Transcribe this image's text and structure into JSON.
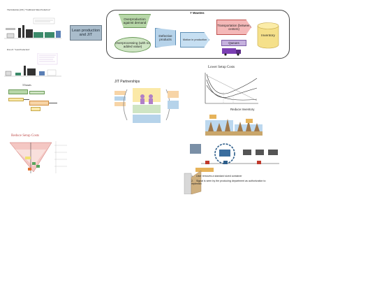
{
  "history": {
    "title_top": "The Industries (18C) \"Traditional Mass Production\"",
    "title_mid": "Post-2C \"Lean Production\""
  },
  "center": {
    "lean_title": "Lean production and JIT"
  },
  "wastes": {
    "title": "7 Wastes",
    "overproduction": "Overproduction against demand",
    "overprocessing": "Overprocessing (with no added value)",
    "defective": "Defective products",
    "motion": "Motion in production",
    "transportation": "Transportation (between centers)",
    "queues": "Queues",
    "inventory": "Inventory"
  },
  "issues": {
    "title": "3 Issues"
  },
  "jit": {
    "title": "JIT Partnerships"
  },
  "setup_top": {
    "title": "Lower Setup Costs"
  },
  "reduce_inventory": {
    "title": "Reduce Inventory"
  },
  "setup_left": {
    "title": "Reduce Setup Costs"
  },
  "kanban": {
    "items": [
      "User removes a standard sized container",
      "Signal is seen by the producing department as authorization to replenish"
    ],
    "numbers": [
      "1.",
      "2."
    ]
  },
  "colors": {
    "lean_box": "#a9bccb",
    "overproduction": "#b7d7a8",
    "overprocessing": "#cfe5c4",
    "defective": "#b6d3ea",
    "motion": "#c6dff2",
    "transportation": "#f4b8b8",
    "queues": "#c5b1de",
    "inventory": "#f5e08a"
  }
}
